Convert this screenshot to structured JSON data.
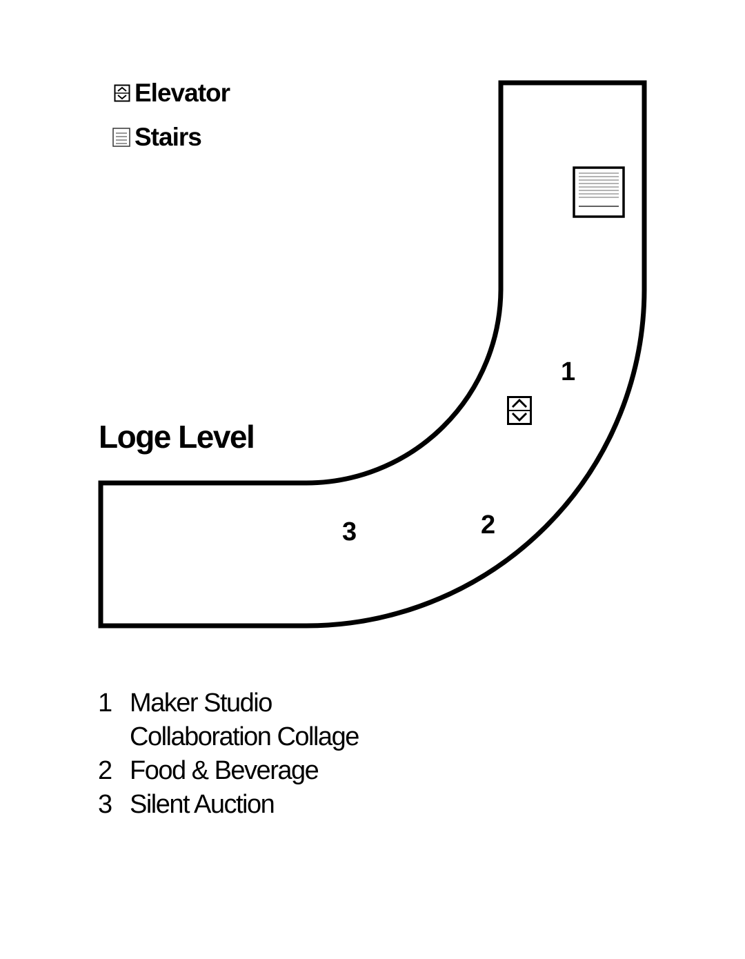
{
  "legend": {
    "items": [
      {
        "icon": "elevator-icon",
        "label": "Elevator"
      },
      {
        "icon": "stairs-icon",
        "label": "Stairs"
      }
    ]
  },
  "map": {
    "title": "Loge Level",
    "stroke_color": "#000000",
    "background_color": "#ffffff",
    "markers": [
      {
        "label": "1"
      },
      {
        "label": "2"
      },
      {
        "label": "3"
      }
    ]
  },
  "key": {
    "items": [
      {
        "number": "1",
        "lines": [
          "Maker Studio",
          "Collaboration Collage"
        ]
      },
      {
        "number": "2",
        "lines": [
          "Food & Beverage"
        ]
      },
      {
        "number": "3",
        "lines": [
          "Silent Auction"
        ]
      }
    ]
  }
}
